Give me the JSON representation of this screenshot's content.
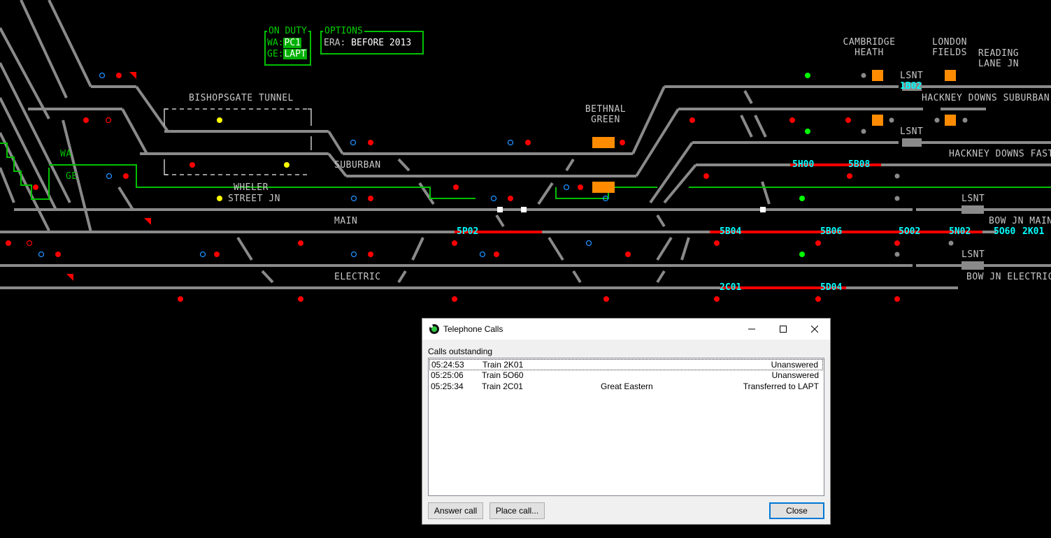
{
  "duty_panel": {
    "header": "ON DUTY",
    "wa_label": "WA:",
    "wa_value": "PC1",
    "ge_label": "GE:",
    "ge_value": "LAPT"
  },
  "options_panel": {
    "header": "OPTIONS",
    "era_label": "ERA:",
    "era_value": "BEFORE 2013"
  },
  "locations": {
    "cambridge_heath": "CAMBRIDGE HEATH",
    "london_fields": "LONDON FIELDS",
    "reading_lane": "READING LANE JN",
    "bishopsgate": "BISHOPSGATE TUNNEL",
    "bethnal_green": "BETHNAL GREEN",
    "suburban": "SUBURBAN",
    "wheler": "WHELER",
    "street_jn": "STREET JN",
    "main": "MAIN",
    "electric": "ELECTRIC",
    "hackney_suburban": "HACKNEY DOWNS SUBURBAN",
    "hackney_fast": "HACKNEY DOWNS FAST",
    "bow_main": "BOW JN MAIN",
    "bow_electric": "BOW JN ELECTRIC",
    "lsnt": "LSNT",
    "wa": "WA",
    "ge": "GE"
  },
  "headcodes": [
    "1B02",
    "5H00",
    "5B08",
    "5P02",
    "5B04",
    "5B06",
    "5O02",
    "5N02",
    "5O60",
    "2K01",
    "2C01",
    "5D04"
  ],
  "colors": {
    "track": "#8a8a8a",
    "occupied": "#ff0000",
    "signal_red": "#ff0000",
    "signal_green": "#00ff00",
    "signal_yellow": "#ffff00",
    "headcode": "#00ffff",
    "boundary": "#00c000",
    "station": "#ff8c00",
    "arrow_blue": "#1e90ff"
  },
  "dialog": {
    "title": "Telephone Calls",
    "caption": "Calls outstanding",
    "calls": [
      {
        "time": "05:24:53",
        "train": "Train 2K01",
        "area": "",
        "status": "Unanswered"
      },
      {
        "time": "05:25:06",
        "train": "Train 5O60",
        "area": "",
        "status": "Unanswered"
      },
      {
        "time": "05:25:34",
        "train": "Train 2C01",
        "area": "Great Eastern",
        "status": "Transferred to LAPT"
      }
    ],
    "answer_button": "Answer call",
    "place_button": "Place call...",
    "close_button": "Close"
  }
}
